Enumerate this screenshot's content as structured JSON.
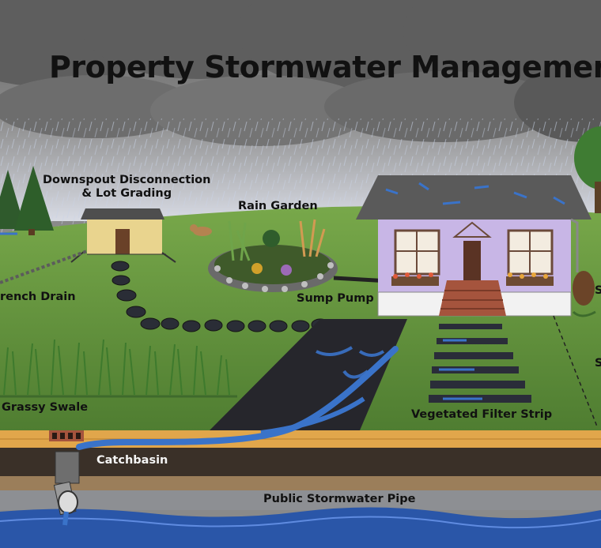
{
  "title": "Property Stormwater Management",
  "labels": {
    "downspout_line1": "Downspout Disconnection",
    "downspout_line2": "& Lot Grading",
    "rain_garden": "Rain Garden",
    "french_drain": "rench Drain",
    "sump_pump": "Sump Pump",
    "grassy_swale": "Grassy Swale",
    "vegetated_filter_strip": "Vegetated Filter Strip",
    "catchbasin": "Catchbasin",
    "public_pipe": "Public Stormwater Pipe",
    "edge_s1": "S",
    "edge_s2": "S"
  },
  "colors": {
    "sky_cloud": "#6f6f6f",
    "grass": "#5f8f3a",
    "house": "#c8b6e6",
    "roof": "#555555",
    "water": "#3a73c9",
    "curb": "#e1a64b",
    "soil": "#3a3028"
  }
}
